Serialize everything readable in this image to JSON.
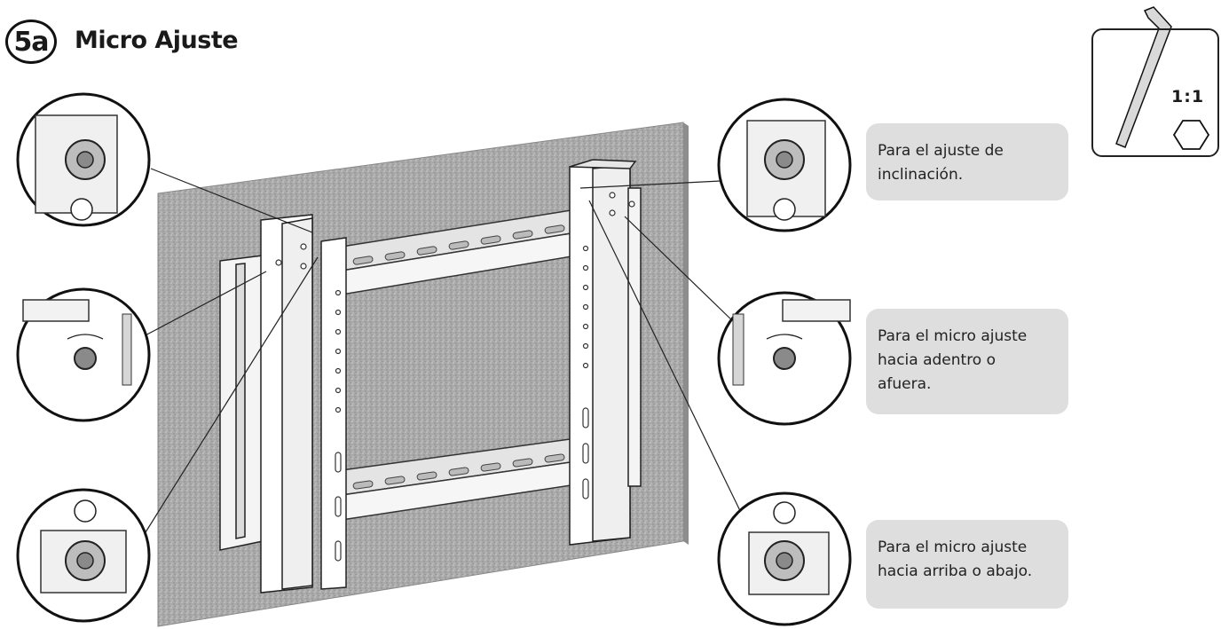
{
  "header": {
    "step_number": "5a",
    "title": "Micro Ajuste"
  },
  "tool": {
    "scale": "1:1",
    "icons": [
      "hex-key-icon",
      "hexagon-icon"
    ]
  },
  "callouts": [
    {
      "text": "Para el ajuste de\ninclinación."
    },
    {
      "text": "Para el micro ajuste\nhacia adentro o\nafuera."
    },
    {
      "text": "Para el micro ajuste\nhacia arriba o abajo."
    }
  ],
  "colors": {
    "wall": "#a9a9a9",
    "callout_bg": "#dedede",
    "line": "#222222"
  }
}
